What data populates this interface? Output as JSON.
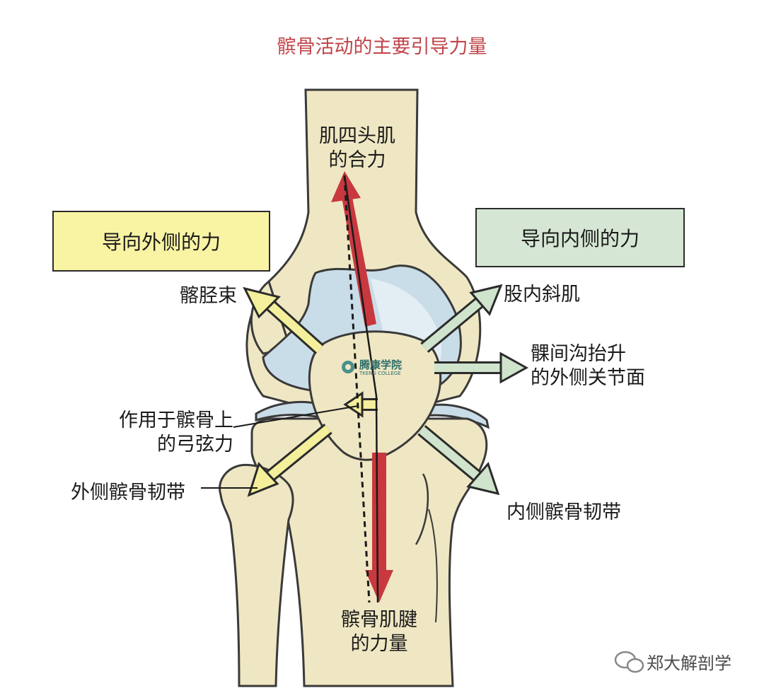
{
  "title": "髌骨活动的主要引导力量",
  "colors": {
    "bone": "#efe7c3",
    "bone_outline": "#3a3a3a",
    "cartilage": "#c9dde8",
    "lateral_box": "#f9f3a4",
    "medial_box": "#d5e7d4",
    "lateral_arrow": "#f4ef9b",
    "medial_arrow": "#cfe3cd",
    "main_force": "#c8383e",
    "title": "#c0454a"
  },
  "boxes": {
    "lateral": "导向外侧的力",
    "medial": "导向内侧的力"
  },
  "labels": {
    "quadriceps_line1": "肌四头肌",
    "quadriceps_line2": "的合力",
    "iliotibial": "髂胫束",
    "vmo": "股内斜肌",
    "trochlea_line1": "髁间沟抬升",
    "trochlea_line2": "的外侧关节面",
    "bowstring_line1": "作用于髌骨上",
    "bowstring_line2": "的弓弦力",
    "lateral_retinaculum": "外侧髌骨韧带",
    "medial_retinaculum": "内侧髌骨韧带",
    "patellar_tendon_line1": "髌骨肌腱",
    "patellar_tendon_line2": "的力量"
  },
  "watermark": {
    "logo_text": "腾康学院",
    "logo_subtext": "TKENG COLLEGE",
    "footer": "郑大解剖学"
  }
}
